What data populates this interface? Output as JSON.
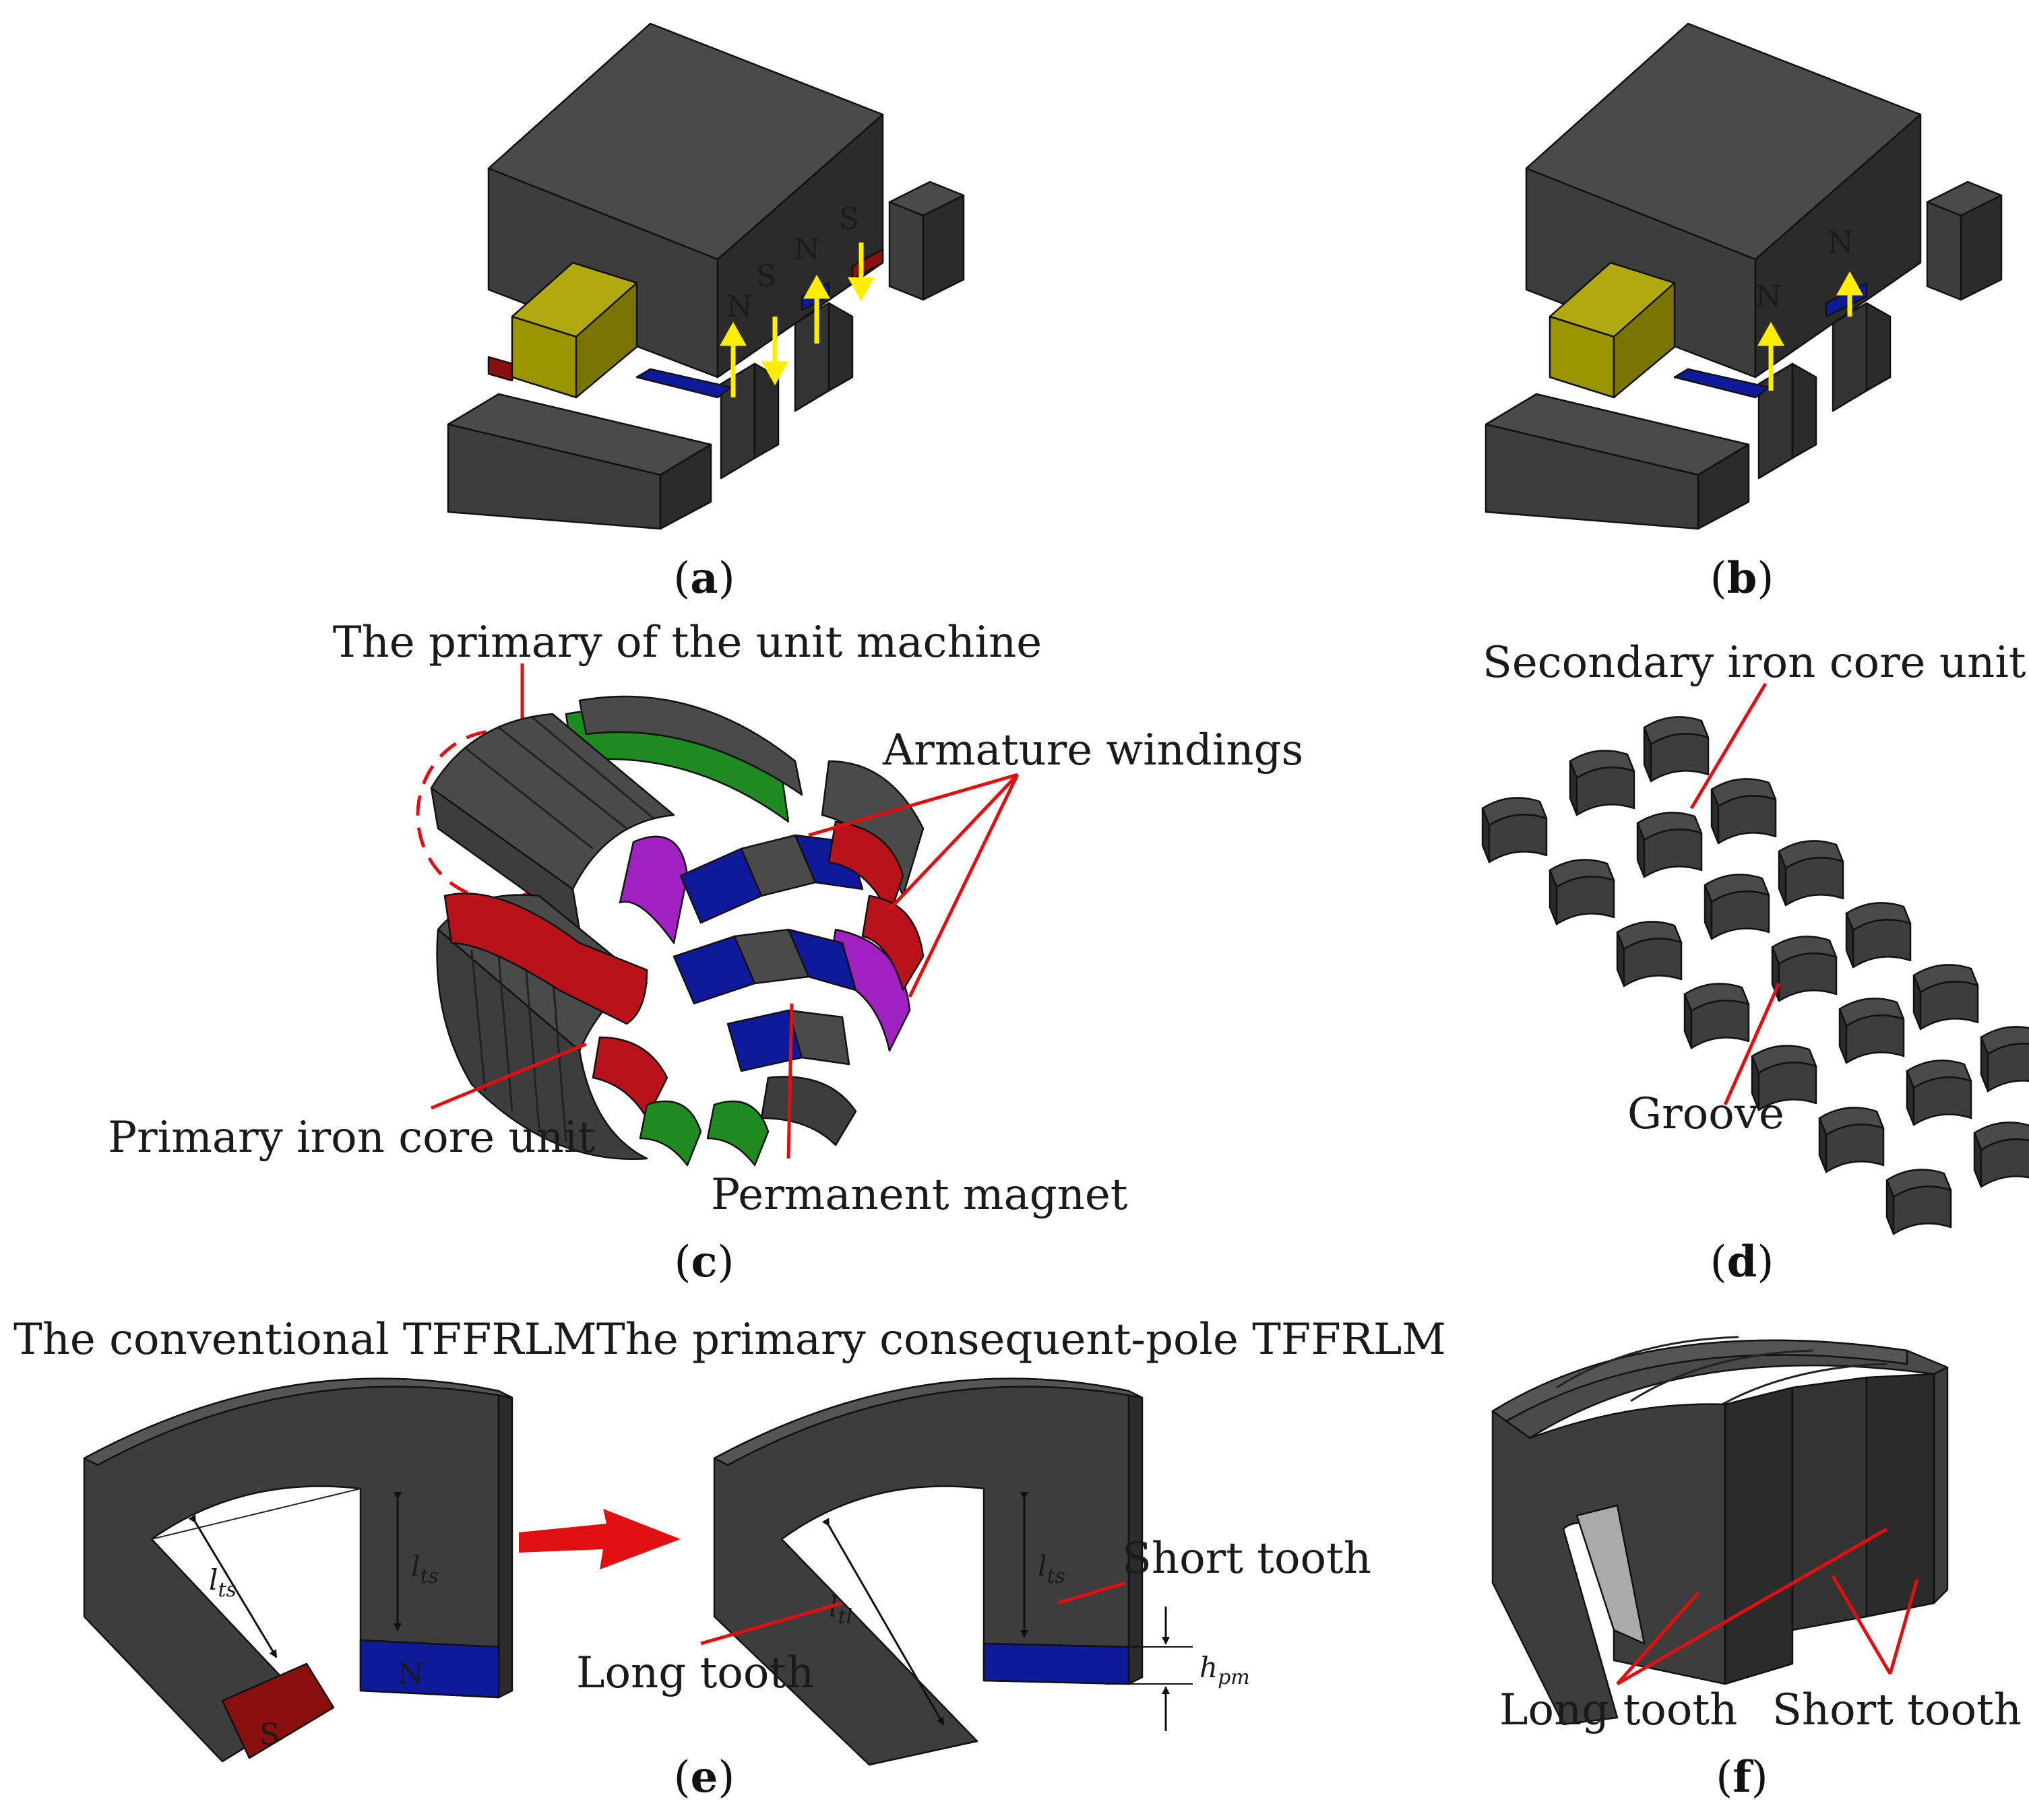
{
  "colors": {
    "iron_top": "#4a4a4a",
    "iron_front": "#3d3d3d",
    "iron_side": "#2b2b2b",
    "winding_red": "#b8131a",
    "winding_green": "#1f8a1f",
    "winding_magenta": "#a020c0",
    "magnet_blue": "#0f1a9a",
    "magnet_red": "#8a1010",
    "coil_yellow": "#9a9400",
    "arrow_yellow": "#ffee00",
    "leader_red": "#e01010"
  },
  "panels": {
    "a": {
      "caption_open": "(",
      "caption_letter": "a",
      "caption_close": ")",
      "poles": [
        "N",
        "S",
        "N",
        "S"
      ]
    },
    "b": {
      "caption_open": "(",
      "caption_letter": "b",
      "caption_close": ")",
      "poles": [
        "N",
        "N"
      ]
    },
    "c": {
      "caption_open": "(",
      "caption_letter": "c",
      "caption_close": ")",
      "label_primary_unit": "The primary of the unit machine",
      "label_armature": "Armature windings",
      "label_primary_core": "Primary iron core unit",
      "label_magnet": "Permanent magnet"
    },
    "d": {
      "caption_open": "(",
      "caption_letter": "d",
      "caption_close": ")",
      "label_secondary": "Secondary iron core unit",
      "label_groove": "Groove"
    },
    "e": {
      "caption_open": "(",
      "caption_letter": "e",
      "caption_close": ")",
      "title_left": "The conventional TFFRLM",
      "title_right": "The primary consequent-pole TFFRLM",
      "dim_lts": "l",
      "dim_lts_sub": "ts",
      "dim_ltl_sub": "tl",
      "dim_h": "h",
      "dim_h_sub": "pm",
      "pole_S": "S",
      "pole_N": "N",
      "label_short": "Short tooth",
      "label_long": "Long tooth"
    },
    "f": {
      "caption_open": "(",
      "caption_letter": "f",
      "caption_close": ")",
      "label_long": "Long tooth",
      "label_short": "Short tooth"
    }
  }
}
